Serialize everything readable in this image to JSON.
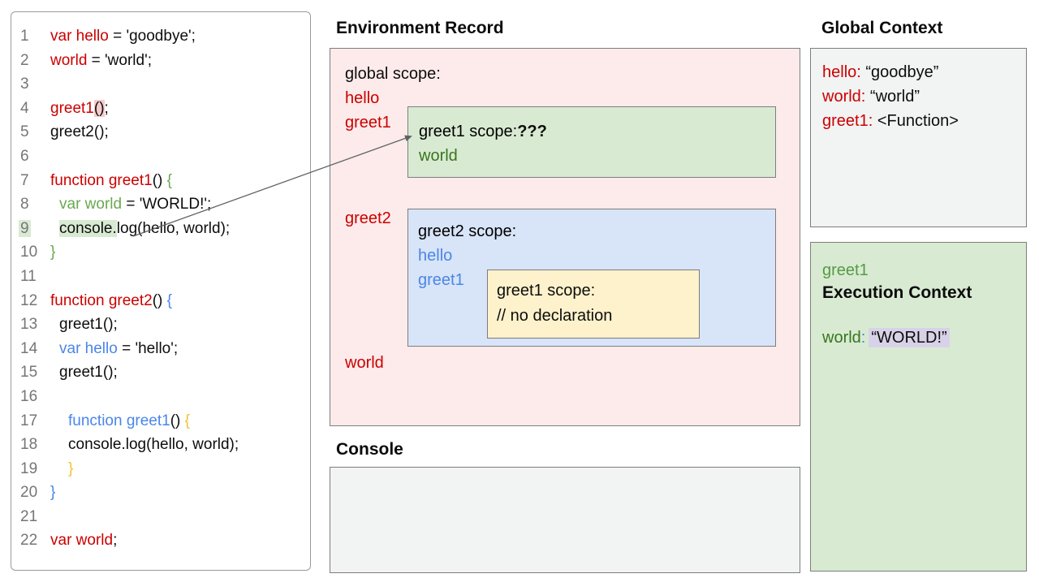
{
  "colors": {
    "red_text": "#cc0000",
    "code_green": "#6aa84f",
    "dark_green": "#38761d",
    "exec_green": "#549b43",
    "blue_text": "#4a86e8",
    "yellow_brace": "#f1c232",
    "pink_box_bg": "#fcebea",
    "green_box_bg": "#d9ead3",
    "blue_box_bg": "#d8e4f7",
    "yellow_box_bg": "#fdf2cc",
    "gray_box_bg": "#f2f3f3",
    "highlight_pink": "#f6cbcb",
    "highlight_green": "#d9ead3",
    "highlight_lavender": "#d8d2e8"
  },
  "code_panel": {
    "lines": [
      {
        "n": "1",
        "segs": [
          {
            "t": "var hello",
            "c": "r"
          },
          {
            "t": " = 'goodbye';",
            "c": "k"
          }
        ]
      },
      {
        "n": "2",
        "segs": [
          {
            "t": "world",
            "c": "r"
          },
          {
            "t": " = 'world';",
            "c": "k"
          }
        ]
      },
      {
        "n": "3",
        "segs": []
      },
      {
        "n": "4",
        "segs": [
          {
            "t": "greet1",
            "c": "r"
          },
          {
            "t": "()",
            "c": "k",
            "h": "p"
          },
          {
            "t": ";",
            "c": "k"
          }
        ]
      },
      {
        "n": "5",
        "segs": [
          {
            "t": "greet2();",
            "c": "k"
          }
        ]
      },
      {
        "n": "6",
        "segs": []
      },
      {
        "n": "7",
        "segs": [
          {
            "t": "function greet1",
            "c": "r"
          },
          {
            "t": "() ",
            "c": "k"
          },
          {
            "t": "{",
            "c": "g"
          }
        ]
      },
      {
        "n": "8",
        "ind": 1,
        "segs": [
          {
            "t": "var world",
            "c": "g"
          },
          {
            "t": " = 'WORLD!';",
            "c": "k"
          }
        ]
      },
      {
        "n": "9",
        "ind": 1,
        "numH": "gr",
        "segs": [
          {
            "t": "console.",
            "c": "k",
            "h": "gr"
          },
          {
            "t": "log(hello, world);",
            "c": "k"
          }
        ]
      },
      {
        "n": "10",
        "segs": [
          {
            "t": "}",
            "c": "g"
          }
        ]
      },
      {
        "n": "11",
        "segs": []
      },
      {
        "n": "12",
        "segs": [
          {
            "t": "function greet2",
            "c": "r"
          },
          {
            "t": "() ",
            "c": "k"
          },
          {
            "t": "{",
            "c": "b"
          }
        ]
      },
      {
        "n": "13",
        "ind": 1,
        "segs": [
          {
            "t": "greet1();",
            "c": "k"
          }
        ]
      },
      {
        "n": "14",
        "ind": 1,
        "segs": [
          {
            "t": "var hello",
            "c": "b"
          },
          {
            "t": " = 'hello';",
            "c": "k"
          }
        ]
      },
      {
        "n": "15",
        "ind": 1,
        "segs": [
          {
            "t": "greet1();",
            "c": "k"
          }
        ]
      },
      {
        "n": "16",
        "segs": []
      },
      {
        "n": "17",
        "ind": 2,
        "segs": [
          {
            "t": "function greet1",
            "c": "b"
          },
          {
            "t": "() ",
            "c": "k"
          },
          {
            "t": "{",
            "c": "y"
          }
        ]
      },
      {
        "n": "18",
        "ind": 2,
        "segs": [
          {
            "t": "console.log(hello, world);",
            "c": "k"
          }
        ]
      },
      {
        "n": "19",
        "ind": 2,
        "segs": [
          {
            "t": "}",
            "c": "y"
          }
        ]
      },
      {
        "n": "20",
        "segs": [
          {
            "t": "}",
            "c": "b"
          }
        ]
      },
      {
        "n": "21",
        "segs": []
      },
      {
        "n": "22",
        "segs": [
          {
            "t": "var world",
            "c": "r"
          },
          {
            "t": ";",
            "c": "k"
          }
        ]
      }
    ]
  },
  "env_record": {
    "title": "Environment Record",
    "global_scope_label": "global scope:",
    "globals": {
      "hello": "hello",
      "greet1": "greet1",
      "greet2": "greet2",
      "world": "world"
    },
    "greet1_scope": {
      "title": "greet1 scope:",
      "question": "???",
      "world": "world"
    },
    "greet2_scope": {
      "title": "greet2 scope:",
      "hello": "hello",
      "greet1": "greet1"
    },
    "inner_greet1_scope": {
      "title": "greet1 scope:",
      "comment": "// no declaration"
    }
  },
  "console_panel": {
    "title": "Console"
  },
  "global_context": {
    "title": "Global Context",
    "entries": [
      {
        "key": "hello:",
        "value": "“goodbye”"
      },
      {
        "key": "world:",
        "value": "“world”"
      },
      {
        "key": "greet1:",
        "value": "<Function>"
      }
    ]
  },
  "execution_context": {
    "function_name": "greet1",
    "title": "Execution Context",
    "variable": {
      "key": "world",
      "colon": ":",
      "value": "“WORLD!”"
    }
  },
  "arrow": {
    "description": "arrow from console.log on code line 9 to greet1 scope box"
  }
}
